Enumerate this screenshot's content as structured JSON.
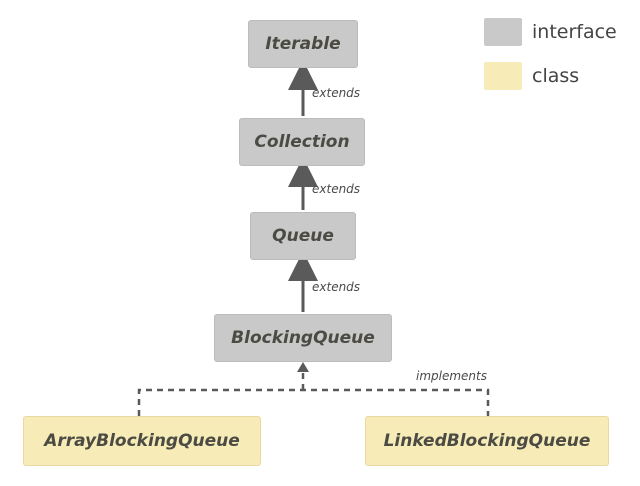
{
  "nodes": {
    "iterable": "Iterable",
    "collection": "Collection",
    "queue": "Queue",
    "blocking_queue": "BlockingQueue",
    "array_blocking_queue": "ArrayBlockingQueue",
    "linked_blocking_queue": "LinkedBlockingQueue"
  },
  "edges": {
    "extends_1": "extends",
    "extends_2": "extends",
    "extends_3": "extends",
    "implements": "implements"
  },
  "legend": {
    "interface": "interface",
    "class": "class",
    "interface_color": "#c9c9c9",
    "class_color": "#f7ebb8"
  }
}
